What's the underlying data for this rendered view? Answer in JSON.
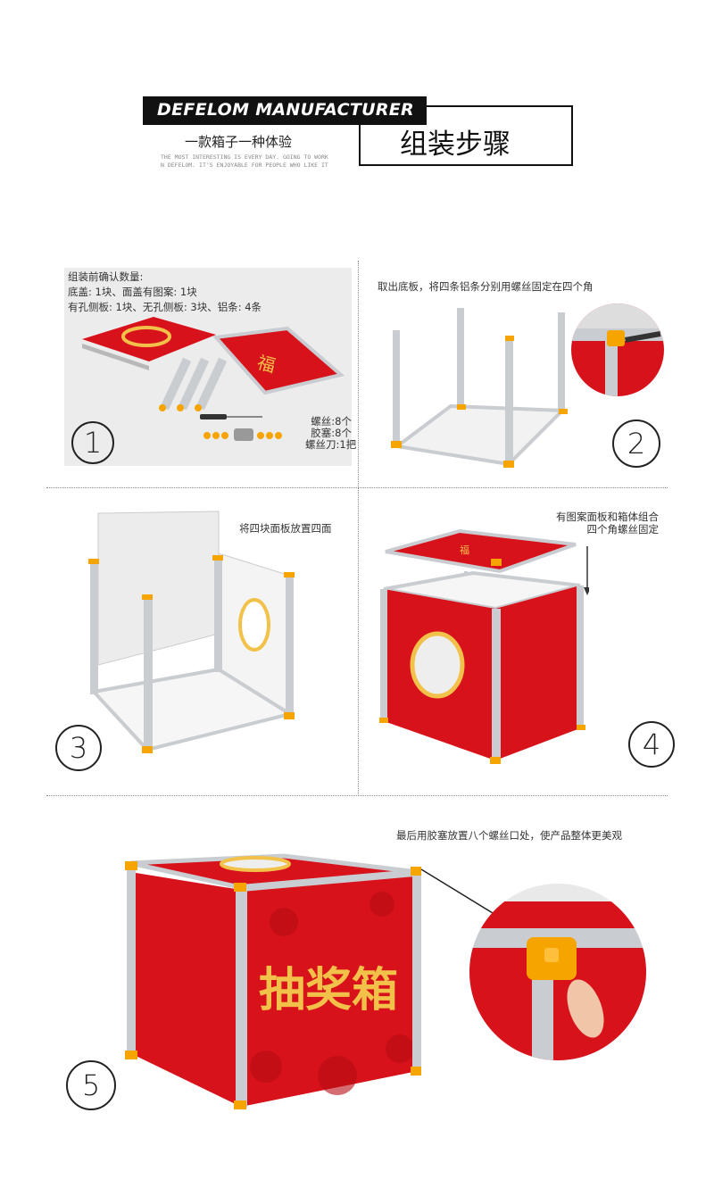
{
  "header": {
    "brand": "DEFELOM MANUFACTURER",
    "subtitle": "一款箱子一种体验",
    "tagline_line1": "THE MOST INTERESTING IS EVERY DAY. GOING TO WORK",
    "tagline_line2": "N DEFELOM. IT'S ENJOYABLE FOR PEOPLE WHO LIKE IT",
    "title": "组装步骤"
  },
  "steps": [
    {
      "number": "1",
      "lines": [
        "组装前确认数量:",
        "底盖: 1块、面盖有图案: 1块",
        "有孔侧板: 1块、无孔侧板: 3块、铝条: 4条"
      ],
      "parts": [
        "螺丝:8个",
        "胶塞:8个",
        "螺丝刀:1把"
      ]
    },
    {
      "number": "2",
      "lines": [
        "取出底板，将四条铝条分别用螺丝固定在四个角"
      ]
    },
    {
      "number": "3",
      "lines": [
        "将四块面板放置四面"
      ]
    },
    {
      "number": "4",
      "lines": [
        "有图案面板和箱体组合",
        "四个角螺丝固定"
      ]
    },
    {
      "number": "5",
      "lines": [
        "最后用胶塞放置八个螺丝口处，使产品整体更美观"
      ]
    }
  ],
  "box_art": {
    "caption": "抽奖箱"
  },
  "colors": {
    "red": "#d8121b",
    "frame": "#c9ccd0",
    "cap": "#f5a400",
    "gold": "#f2c14a"
  }
}
